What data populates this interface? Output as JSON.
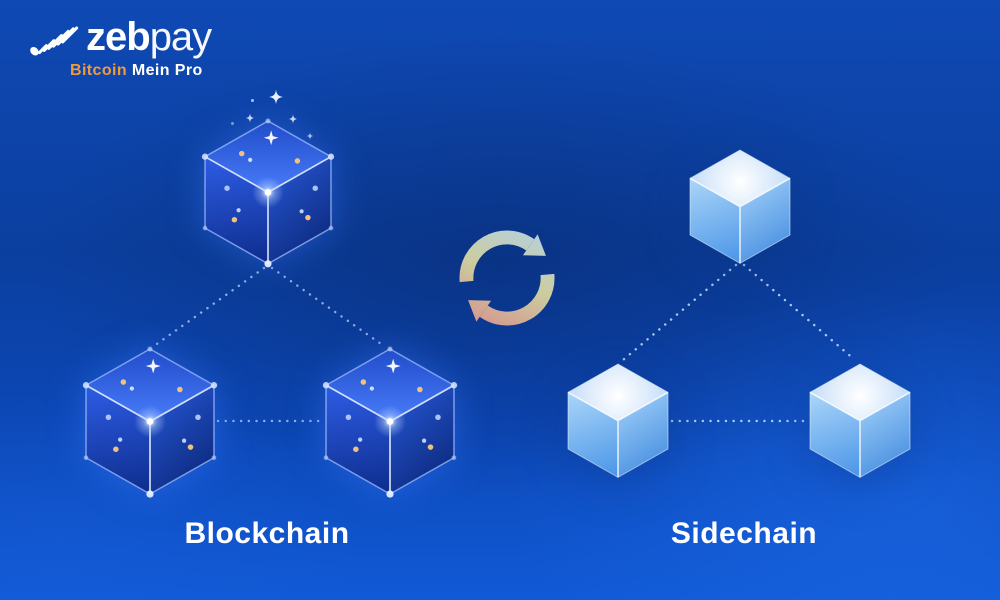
{
  "logo": {
    "brand_bold": "zeb",
    "brand_light": "pay",
    "tagline_bitcoin": "Bitcoin",
    "tagline_rest": "Mein Pro"
  },
  "labels": {
    "left": "Blockchain",
    "right": "Sidechain"
  },
  "icons": {
    "logo_mark": "zebpay-shuttle-stripes-icon",
    "center": "sync-exchange-arrows-icon",
    "decor": "sparkle-icon"
  },
  "diagram": {
    "left_group": {
      "label": "Blockchain",
      "cube_count": 3,
      "cube_style": "dark-blue-wireframe-with-star-dots",
      "layout": "triangle"
    },
    "right_group": {
      "label": "Sidechain",
      "cube_count": 3,
      "cube_style": "light-blue-glass",
      "layout": "triangle"
    },
    "relationship": "two-way-exchange"
  },
  "colors": {
    "background_top": "#0f49b4",
    "background_mid": "#0b3f9f",
    "background_bottom": "#115ad6",
    "blockchain_cube_top": "#4a7dfb",
    "blockchain_cube_dark": "#0b2679",
    "sidechain_cube_top": "#ffffff",
    "sidechain_cube_dark": "#3e88de",
    "tagline_orange": "#f09a3e",
    "dotted_line_left": "#a8c1f3",
    "dotted_line_right": "#cde0fc",
    "sync_gradient": [
      "#bdd9ea",
      "#d6d6a2",
      "#e2928c"
    ]
  }
}
